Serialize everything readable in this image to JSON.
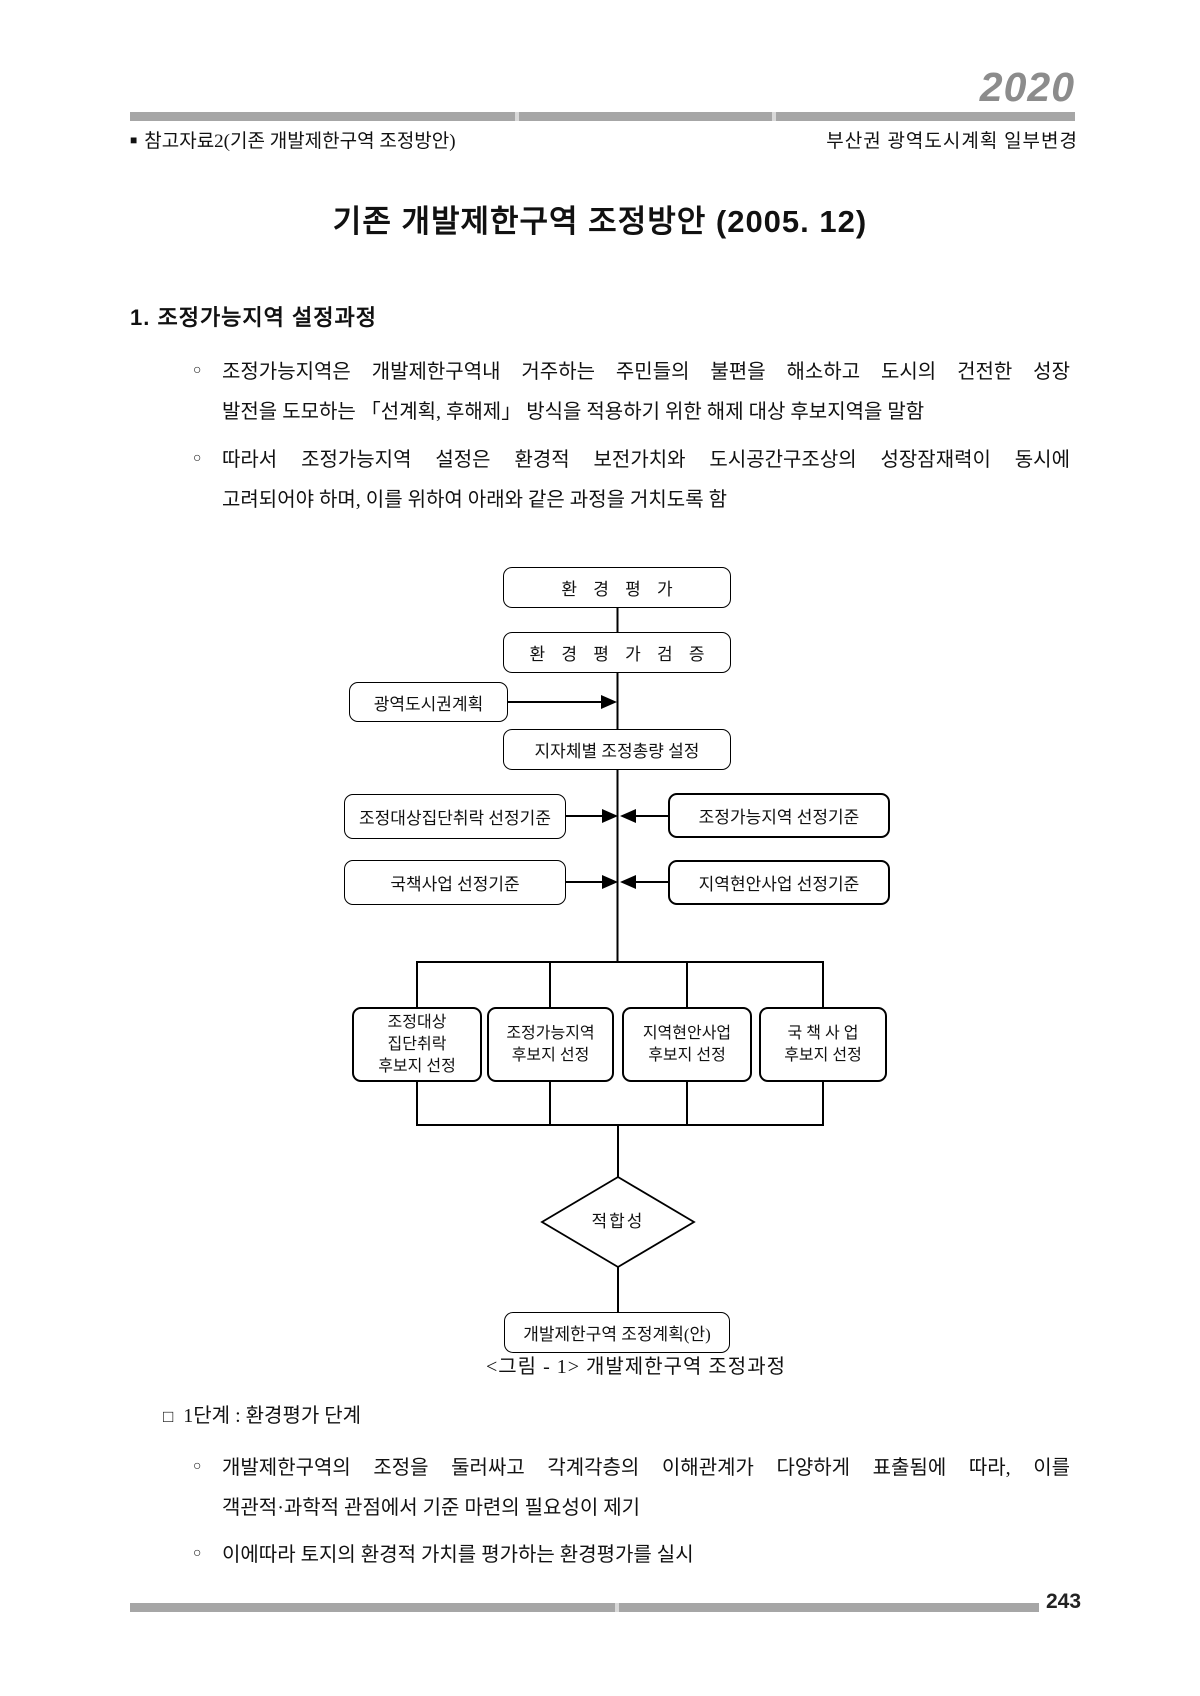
{
  "page": {
    "year_badge": "2020",
    "page_number": "243"
  },
  "header": {
    "left_marker": "■",
    "left": "참고자료2(기존 개발제한구역 조정방안)",
    "right": "부산권 광역도시계획 일부변경"
  },
  "title": "기존 개발제한구역 조정방안 (2005. 12)",
  "section": {
    "heading": "1. 조정가능지역 설정과정",
    "bullets": [
      {
        "marker": "○",
        "lines": [
          "조정가능지역은 개발제한구역내 거주하는 주민들의 불편을 해소하고 도시의 건전한 성장",
          "발전을 도모하는 「선계획, 후해제」 방식을 적용하기 위한 해제 대상 후보지역을 말함"
        ]
      },
      {
        "marker": "○",
        "lines": [
          "따라서 조정가능지역 설정은 환경적 보전가치와 도시공간구조상의 성장잠재력이 동시에",
          "고려되어야 하며, 이를 위하여 아래와 같은 과정을 거치도록 함"
        ]
      }
    ]
  },
  "diagram": {
    "caption": "<그림 - 1> 개발제한구역 조정과정",
    "nodes": {
      "env_eval": "환 경 평 가",
      "env_verify": "환 경 평 가 검 증",
      "metro_plan": "광역도시권계획",
      "total_setting": "지자체별 조정총량 설정",
      "cluster_criteria": "조정대상집단취락 선정기준",
      "adjustable_criteria": "조정가능지역 선정기준",
      "national_criteria": "국책사업 선정기준",
      "regional_criteria": "지역현안사업 선정기준",
      "cand_cluster": [
        "조정대상",
        "집단취락",
        "후보지 선정"
      ],
      "cand_adjustable": [
        "조정가능지역",
        "후보지 선정"
      ],
      "cand_regional": [
        "지역현안사업",
        "후보지 선정"
      ],
      "cand_national": [
        "국 책 사 업",
        "후보지 선정"
      ],
      "suitability": "적합성",
      "final_plan": "개발제한구역 조정계획(안)"
    }
  },
  "step1": {
    "heading_marker": "□",
    "heading": "1단계 : 환경평가 단계",
    "bullets": [
      {
        "marker": "○",
        "lines": [
          "개발제한구역의 조정을 둘러싸고 각계각층의 이해관계가 다양하게 표출됨에 따라, 이를",
          "객관적·과학적 관점에서 기준 마련의 필요성이 제기"
        ]
      },
      {
        "marker": "○",
        "lines": [
          "이에따라 토지의 환경적 가치를 평가하는 환경평가를 실시"
        ]
      }
    ]
  }
}
